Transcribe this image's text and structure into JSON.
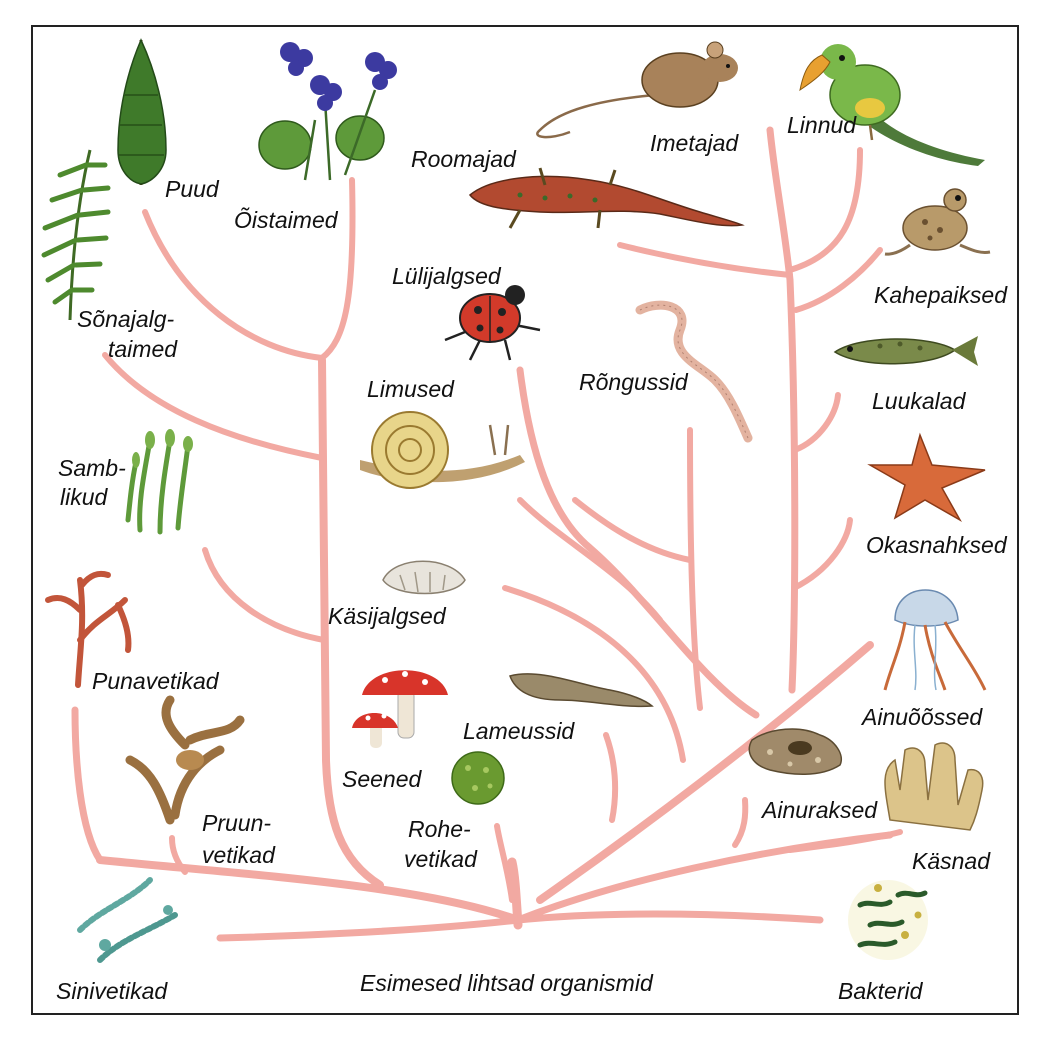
{
  "colors": {
    "branch": "#f2a9a2",
    "frame": "#222222",
    "text": "#111111",
    "plant_green": "#3f7a2a",
    "leaf_green": "#5e9a3a",
    "violet": "#3c3aa0",
    "mouse_brown": "#a8825a",
    "lizard_red": "#b24a30",
    "ladybug_red": "#d23a2a",
    "snail_yellow": "#e8d58a",
    "worm_pink": "#e3b3a0",
    "fish_olive": "#7a8a4a",
    "starfish_orange": "#d86a3a",
    "jelly_blue": "#8ab0d0",
    "mushroom_red": "#d8342a",
    "sponge_tan": "#dcc48a",
    "cyan_green": "#5fa8a0"
  },
  "diagram": {
    "root": "Esimesed lihtsad organismid",
    "groups": {
      "puud": "Puud",
      "oistaimed": "Õistaimed",
      "sonajalg_1": "Sõnajalg-",
      "sonajalg_2": "taimed",
      "samb_1": "Samb-",
      "samb_2": "likud",
      "punavetikad": "Punavetikad",
      "pruun_1": "Pruun-",
      "pruun_2": "vetikad",
      "sinivetikad": "Sinivetikad",
      "seened": "Seened",
      "rohe_1": "Rohe-",
      "rohe_2": "vetikad",
      "lameussid": "Lameussid",
      "kasijalgsed": "Käsijalgsed",
      "limused": "Limused",
      "lulijalgsed": "Lülijalgsed",
      "rongussid": "Rõngussid",
      "roomajad": "Roomajad",
      "imetajad": "Imetajad",
      "linnud": "Linnud",
      "kahepaiksed": "Kahepaiksed",
      "luukalad": "Luukalad",
      "okasnahksed": "Okasnahksed",
      "ainuoossed": "Ainuõõssed",
      "ainuraksed": "Ainuraksed",
      "kasnad": "Käsnad",
      "bakterid": "Bakterid"
    },
    "icons": [
      "conifer-tree-icon",
      "violet-flower-icon",
      "fern-icon",
      "moss-icon",
      "red-algae-icon",
      "brown-algae-icon",
      "cyanobacteria-icon",
      "mushroom-icon",
      "green-algae-icon",
      "flatworm-icon",
      "brachiopod-icon",
      "snail-icon",
      "ladybug-icon",
      "earthworm-icon",
      "lizard-icon",
      "mouse-icon",
      "bird-icon",
      "frog-icon",
      "fish-icon",
      "starfish-icon",
      "jellyfish-icon",
      "protozoa-icon",
      "sponge-icon",
      "bacteria-icon"
    ]
  }
}
